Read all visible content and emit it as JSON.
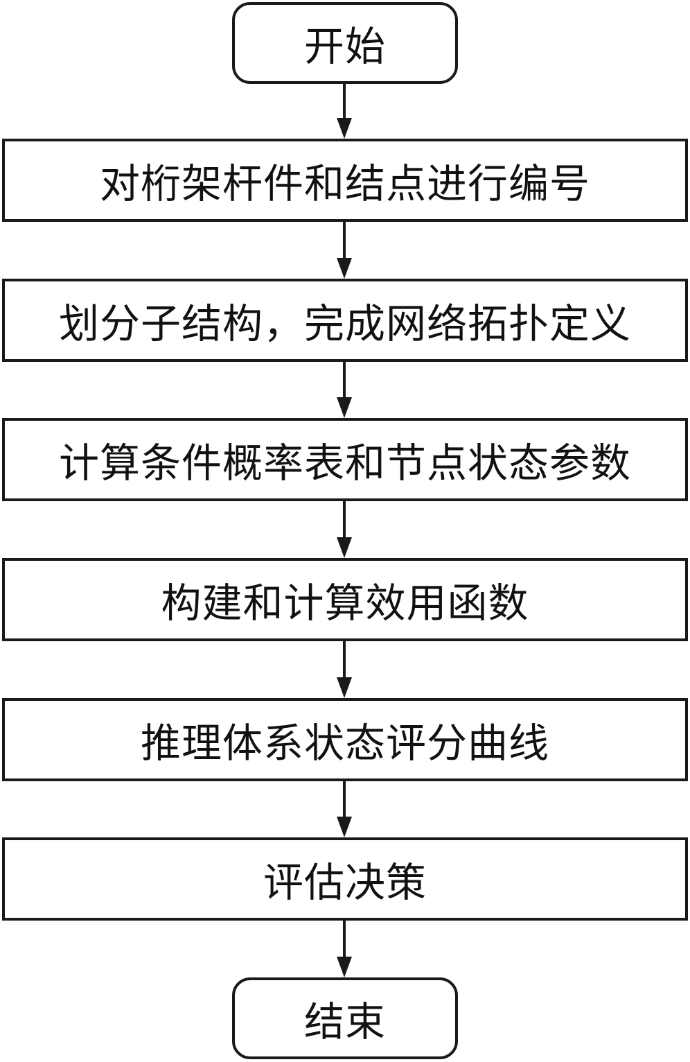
{
  "flowchart": {
    "start": "开始",
    "steps": [
      "对桁架杆件和结点进行编号",
      "划分子结构，完成网络拓扑定义",
      "计算条件概率表和节点状态参数",
      "构建和计算效用函数",
      "推理体系状态评分曲线",
      "评估决策"
    ],
    "end": "结束"
  }
}
